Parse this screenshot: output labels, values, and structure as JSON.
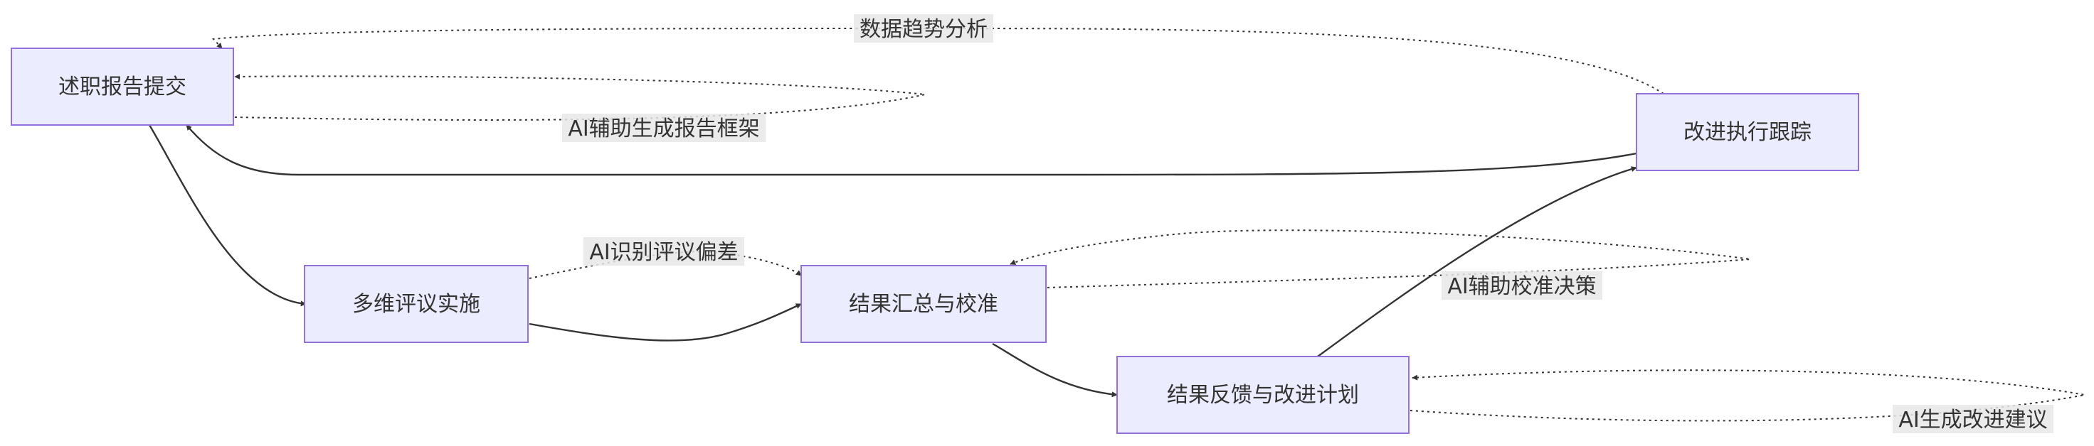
{
  "nodes": {
    "report_submit": "述职报告提交",
    "multi_review": "多维评议实施",
    "result_calibrate": "结果汇总与校准",
    "feedback_plan": "结果反馈与改进计划",
    "improve_track": "改进执行跟踪"
  },
  "edge_labels": {
    "trend_analysis": "数据趋势分析",
    "ai_report_framework": "AI辅助生成报告框架",
    "ai_bias_detect": "AI识别评议偏差",
    "ai_calibrate_decision": "AI辅助校准决策",
    "ai_improve_suggest": "AI生成改进建议"
  },
  "colors": {
    "node_fill": "#ECECFF",
    "node_stroke": "#9370DB",
    "edge": "#333333",
    "label_bg": "#E8E8E8"
  }
}
